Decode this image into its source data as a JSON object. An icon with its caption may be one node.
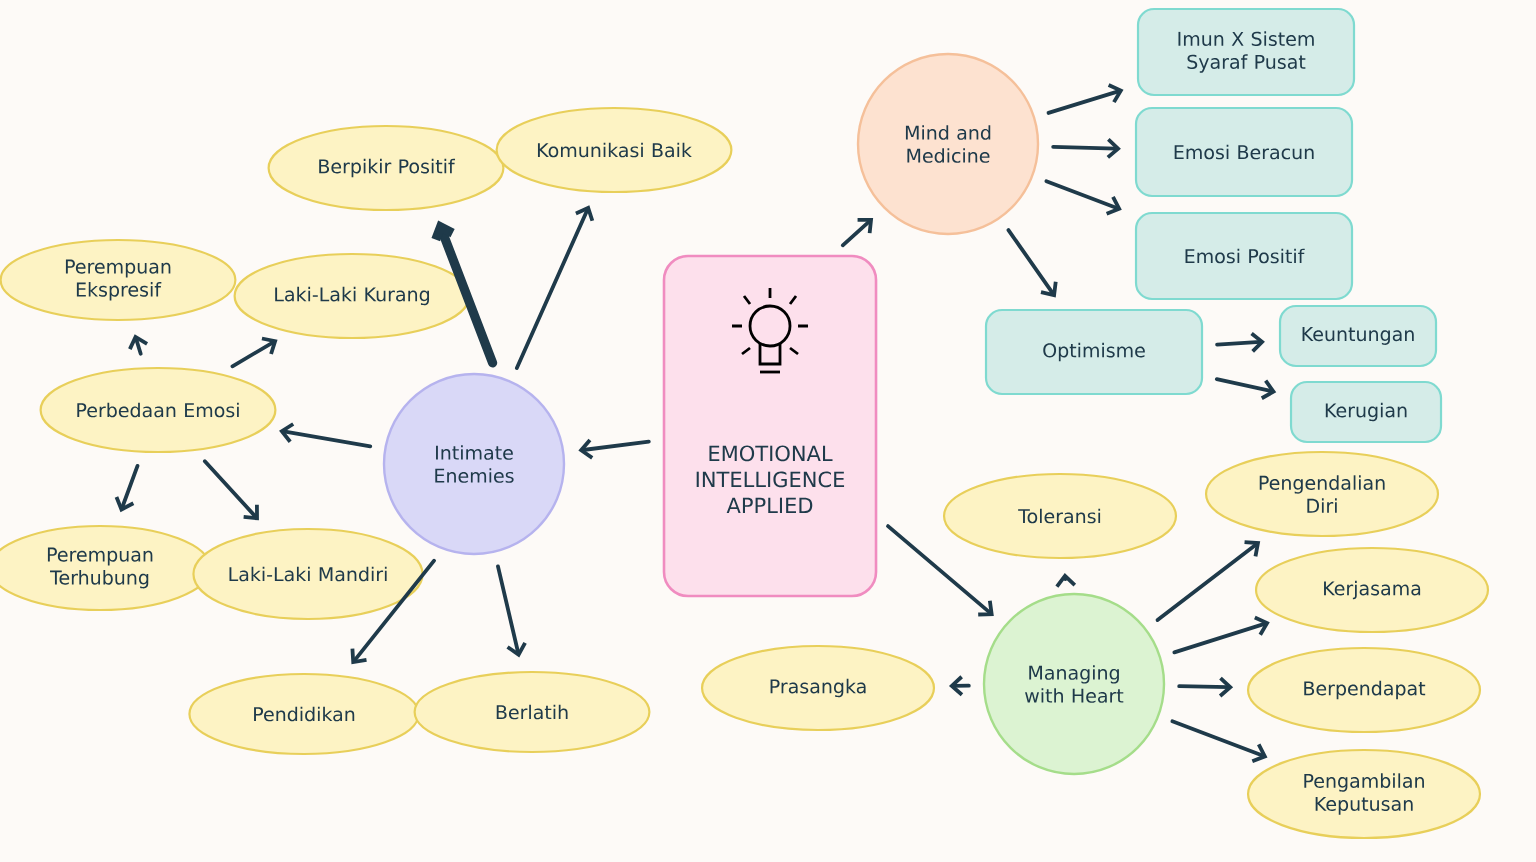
{
  "diagram": {
    "nodes": [
      {
        "text": [
          "EMOTIONAL INTELLIGENCE APPLIED"
        ]
      },
      {
        "text": [
          "Intimate Enemies"
        ]
      },
      {
        "text": [
          "Berpikir Positif"
        ]
      },
      {
        "text": [
          "Komunikasi Baik"
        ]
      },
      {
        "text": [
          "Laki-Laki Kurang"
        ]
      },
      {
        "text": [
          "Perempuan Ekspresif"
        ]
      },
      {
        "text": [
          "Perbedaan Emosi"
        ]
      },
      {
        "text": [
          "Perempuan Terhubung"
        ]
      },
      {
        "text": [
          "Laki-Laki Mandiri"
        ]
      },
      {
        "text": [
          "Pendidikan"
        ]
      },
      {
        "text": [
          "Berlatih"
        ]
      },
      {
        "text": [
          "Mind and Medicine"
        ]
      },
      {
        "text": [
          "Imun X Sistem Syaraf Pusat"
        ]
      },
      {
        "text": [
          "Emosi Beracun"
        ]
      },
      {
        "text": [
          "Emosi Positif"
        ]
      },
      {
        "text": [
          "Optimisme"
        ]
      },
      {
        "text": [
          "Keuntungan"
        ]
      },
      {
        "text": [
          "Kerugian"
        ]
      },
      {
        "text": [
          "Managing with Heart"
        ]
      },
      {
        "text": [
          "Toleransi"
        ]
      },
      {
        "text": [
          "Prasangka"
        ]
      },
      {
        "text": [
          "Pengendalian Diri"
        ]
      },
      {
        "text": [
          "Kerjasama"
        ]
      },
      {
        "text": [
          "Berpendapat"
        ]
      },
      {
        "text": [
          "Pengambilan Keputusan"
        ]
      }
    ],
    "edges": [
      {
        "from": 0,
        "to": 1,
        "arrow": "to"
      },
      {
        "from": 0,
        "to": 11,
        "arrow": "to"
      },
      {
        "from": 0,
        "to": 18,
        "arrow": "to"
      },
      {
        "from": 1,
        "to": 2,
        "arrow": "to",
        "style": "thick"
      },
      {
        "from": 1,
        "to": 3,
        "arrow": "to"
      },
      {
        "from": 1,
        "to": 6,
        "arrow": "to"
      },
      {
        "from": 1,
        "to": 9,
        "arrow": "to"
      },
      {
        "from": 1,
        "to": 10,
        "arrow": "to"
      },
      {
        "from": 6,
        "to": 4,
        "arrow": "to"
      },
      {
        "from": 6,
        "to": 5,
        "arrow": "to"
      },
      {
        "from": 6,
        "to": 7,
        "arrow": "to"
      },
      {
        "from": 6,
        "to": 8,
        "arrow": "to"
      },
      {
        "from": 11,
        "to": 12,
        "arrow": "to"
      },
      {
        "from": 11,
        "to": 13,
        "arrow": "to"
      },
      {
        "from": 11,
        "to": 14,
        "arrow": "to"
      },
      {
        "from": 11,
        "to": 15,
        "arrow": "to"
      },
      {
        "from": 15,
        "to": 16,
        "arrow": "to"
      },
      {
        "from": 15,
        "to": 17,
        "arrow": "to"
      },
      {
        "from": 18,
        "to": 19,
        "arrow": "to"
      },
      {
        "from": 18,
        "to": 20,
        "arrow": "to"
      },
      {
        "from": 18,
        "to": 21,
        "arrow": "to"
      },
      {
        "from": 18,
        "to": 22,
        "arrow": "to"
      },
      {
        "from": 18,
        "to": 23,
        "arrow": "to"
      },
      {
        "from": 18,
        "to": 24,
        "arrow": "to"
      }
    ]
  }
}
